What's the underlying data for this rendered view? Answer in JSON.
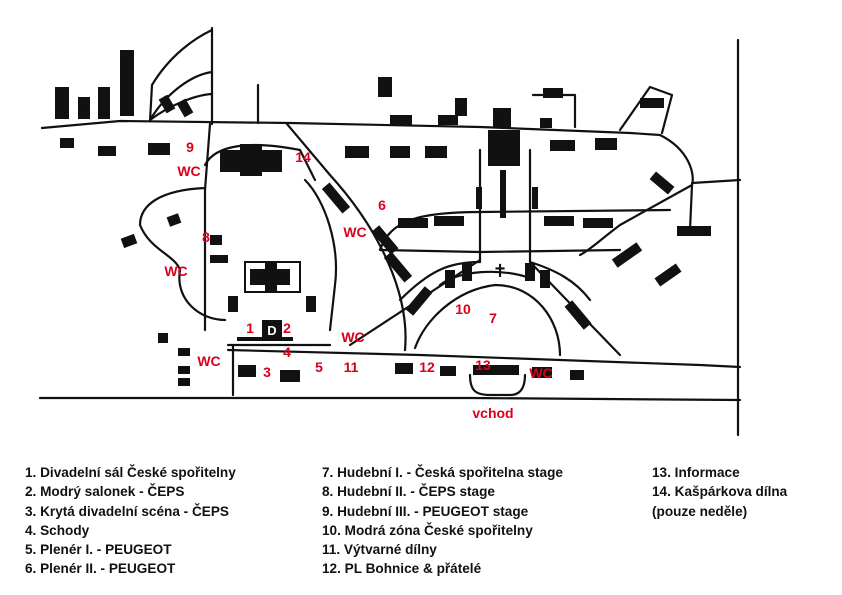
{
  "map": {
    "entrance_label": "vchod",
    "point_labels": [
      "1",
      "2",
      "3",
      "4",
      "5",
      "6",
      "7",
      "8",
      "9",
      "10",
      "11",
      "12",
      "13",
      "14"
    ],
    "wc_label": "WC",
    "info_marker": "D",
    "cross_symbol": "✝"
  },
  "legend": {
    "col1": [
      "1. Divadelní sál České spořitelny",
      "2. Modrý salonek - ČEPS",
      "3. Krytá divadelní scéna - ČEPS",
      "4. Schody",
      "5. Plenér I. - PEUGEOT",
      "6. Plenér II. - PEUGEOT"
    ],
    "col2": [
      "7. Hudební I. - Česká spořitelna stage",
      "8. Hudební II. - ČEPS stage",
      "9. Hudební III. - PEUGEOT stage",
      "10. Modrá zóna České spořitelny",
      "11. Výtvarné dílny",
      "12. PL Bohnice & přátelé"
    ],
    "col3": [
      "13. Informace",
      "14. Kašpárkova dílna",
      "(pouze neděle)"
    ]
  },
  "colors": {
    "label_red": "#d9001b",
    "building": "#111111",
    "road": "#111111"
  }
}
